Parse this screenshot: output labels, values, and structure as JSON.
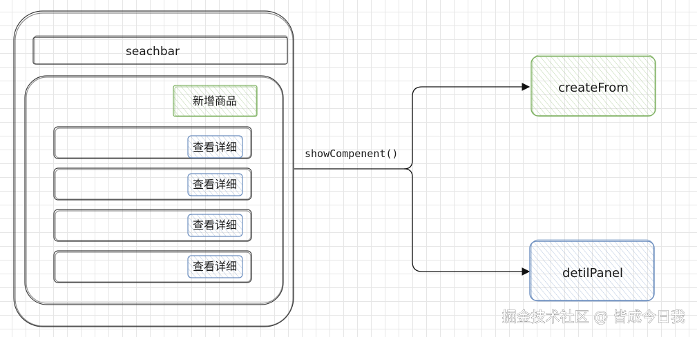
{
  "search_bar": {
    "label": "seachbar"
  },
  "add_button": {
    "label": "新增商品"
  },
  "list_items": [
    {
      "button_label": "查看详细"
    },
    {
      "button_label": "查看详细"
    },
    {
      "button_label": "查看详细"
    },
    {
      "button_label": "查看详细"
    }
  ],
  "connector": {
    "label": "showCompenent()"
  },
  "targets": {
    "create_form": {
      "label": "createFrom"
    },
    "detail_panel": {
      "label": "detilPanel"
    }
  },
  "watermark": "掘金技术社区 @ 皆成今日我",
  "colors": {
    "green": "#82b366",
    "green_fill": "#d5e8d4",
    "blue": "#6c8ebf",
    "blue_fill": "#dae8fc",
    "ink": "#3d3d3d"
  }
}
